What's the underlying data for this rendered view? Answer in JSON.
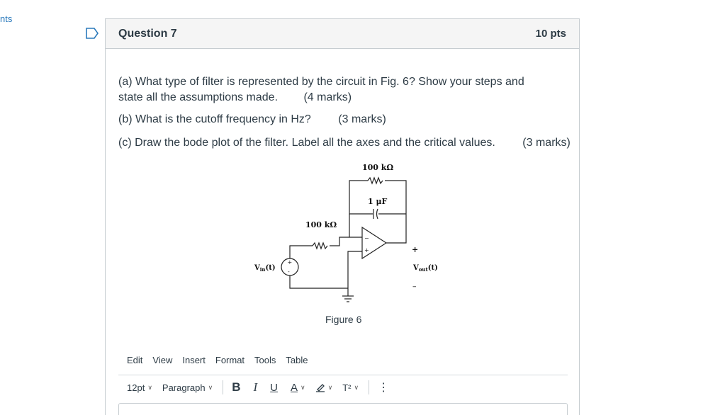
{
  "side": {
    "link_fragment": "nts"
  },
  "question": {
    "title": "Question 7",
    "points": "10 pts",
    "part_a": "(a) What type of filter is represented by the circuit in Fig. 6? Show your steps and state all the assumptions made.",
    "part_a_marks": "(4 marks)",
    "part_b": "(b) What is the cutoff frequency in Hz?",
    "part_b_marks": "(3 marks)",
    "part_c": "(c) Draw the bode plot of the filter. Label all the axes and the critical values.",
    "part_c_marks": "(3 marks)"
  },
  "figure": {
    "r_feedback": "100 kΩ",
    "c_feedback": "1 μF",
    "r_input": "100 kΩ",
    "vin": "V",
    "vin_sub": "in",
    "vin_arg": "(t)",
    "vout": "V",
    "vout_sub": "out",
    "vout_arg": "(t)",
    "plus": "+",
    "minus": "–",
    "caption": "Figure 6"
  },
  "editor": {
    "menu": [
      "Edit",
      "View",
      "Insert",
      "Format",
      "Tools",
      "Table"
    ],
    "font_size": "12pt",
    "block_format": "Paragraph",
    "bold": "B",
    "italic": "I",
    "underline": "U",
    "text_color": "A",
    "superscript": "T²",
    "more": "⋮"
  },
  "colors": {
    "link": "#2b7abc",
    "header_bg": "#f5f5f5",
    "border": "#c7cdd1"
  }
}
